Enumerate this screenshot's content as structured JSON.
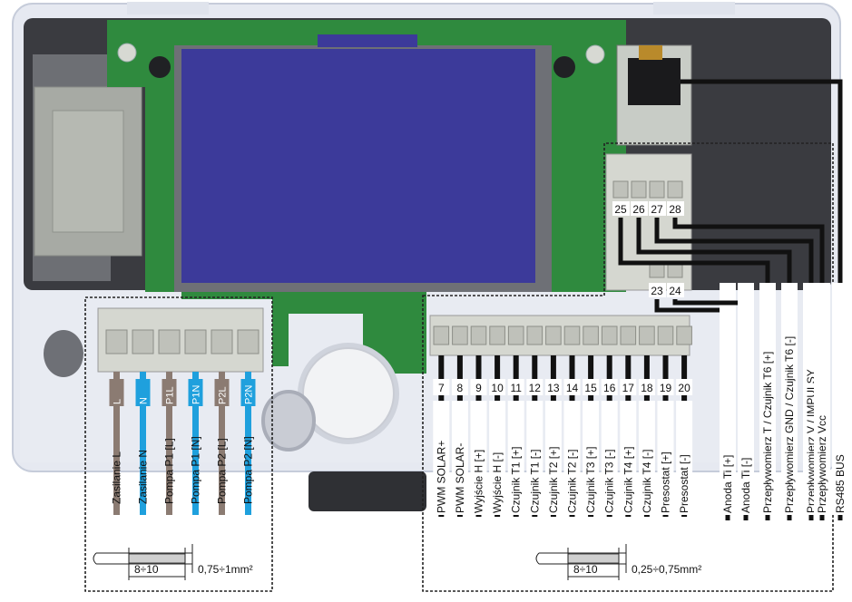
{
  "colors": {
    "housing": "#e4e8f0",
    "housing_edge": "#c9cfdc",
    "dark_recess": "#3b3c40",
    "pcb": "#2f8a3e",
    "display": "#3c3a9a",
    "transformer": "#a9aca6",
    "terminal": "#d5d7d0",
    "brown_wire": "#8b7b72",
    "blue_wire": "#1fa0dd",
    "black_wire": "#111111"
  },
  "power": {
    "terminals": [
      {
        "tag": "L",
        "label": "Zasilanie L",
        "wire": "brown"
      },
      {
        "tag": "N",
        "label": "Zasilanie N",
        "wire": "blue"
      },
      {
        "tag": "P1L",
        "label": "Pompa P1 [L]",
        "wire": "brown"
      },
      {
        "tag": "P1N",
        "label": "Pompa P1 [N]",
        "wire": "blue"
      },
      {
        "tag": "P2L",
        "label": "Pompa P2 [L]",
        "wire": "brown"
      },
      {
        "tag": "P2N",
        "label": "Pompa P2 [N]",
        "wire": "blue"
      }
    ],
    "strip_length": "8÷10",
    "cross_section": "0,75÷1mm²"
  },
  "signal": {
    "terminals": [
      {
        "num": "7",
        "label": "PWM SOLAR+"
      },
      {
        "num": "8",
        "label": "PWM SOLAR-"
      },
      {
        "num": "9",
        "label": "Wyjście H [+]"
      },
      {
        "num": "10",
        "label": "Wyjście H [-]"
      },
      {
        "num": "11",
        "label": "Czujnik T1 [+]"
      },
      {
        "num": "12",
        "label": "Czujnik T1 [-]"
      },
      {
        "num": "13",
        "label": "Czujnik T2 [+]"
      },
      {
        "num": "14",
        "label": "Czujnik T2 [-]"
      },
      {
        "num": "15",
        "label": "Czujnik T3 [+]"
      },
      {
        "num": "16",
        "label": "Czujnik T3 [-]"
      },
      {
        "num": "17",
        "label": "Czujnik T4 [+]"
      },
      {
        "num": "18",
        "label": "Czujnik T4 [-]"
      },
      {
        "num": "19",
        "label": "Presostat [+]"
      },
      {
        "num": "20",
        "label": "Presostat [-]"
      }
    ],
    "strip_length": "8÷10",
    "cross_section": "0,25÷0,75mm²"
  },
  "upper_terminals": {
    "top_row": [
      "25",
      "26",
      "27",
      "28"
    ],
    "bottom_row": [
      "23",
      "24"
    ]
  },
  "right_labels": [
    "Anoda Ti [+]",
    "Anoda Ti [-]",
    "Przepływomierz T / Czujnik T6 [+]",
    "Przepływomierz GND / Czujnik T6 [-]",
    "Przepływomierz V / IMPULSY",
    "Przepływomierz Vcc",
    "RS485 BUS"
  ]
}
